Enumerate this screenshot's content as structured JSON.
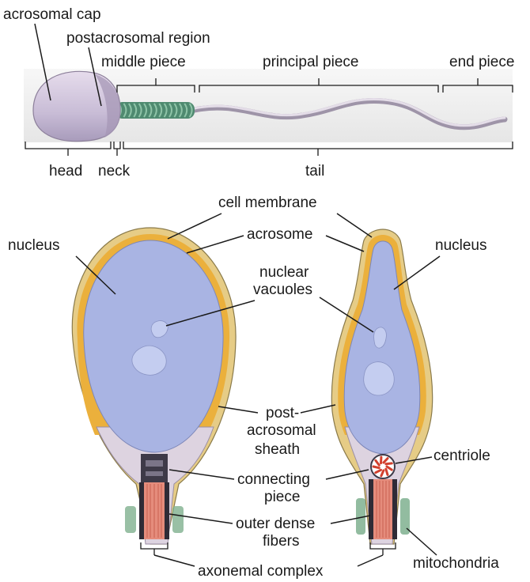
{
  "top": {
    "acrosomal_cap": "acrosomal cap",
    "postacrosomal_region": "postacrosomal region",
    "middle_piece": "middle piece",
    "principal_piece": "principal piece",
    "end_piece": "end piece",
    "head": "head",
    "neck": "neck",
    "tail": "tail"
  },
  "bottom": {
    "cell_membrane": "cell membrane",
    "nucleus_left": "nucleus",
    "acrosome": "acrosome",
    "nucleus_right": "nucleus",
    "nuclear_l1": "nuclear",
    "nuclear_l2": "vacuoles",
    "post_l1": "post-",
    "post_l2": "acrosomal",
    "post_l3": "sheath",
    "centriole": "centriole",
    "connecting_l1": "connecting",
    "connecting_l2": "piece",
    "outer_l1": "outer dense",
    "outer_l2": "fibers",
    "mitochondria": "mitochondria",
    "axonemal_complex": "axonemal complex"
  },
  "colors": {
    "nucleus": "#a9b4e3",
    "acrosome": "#e9b23f",
    "sheath": "#e5dce8",
    "midpiece": "#6fa88c",
    "fibers": "#e8897b"
  }
}
